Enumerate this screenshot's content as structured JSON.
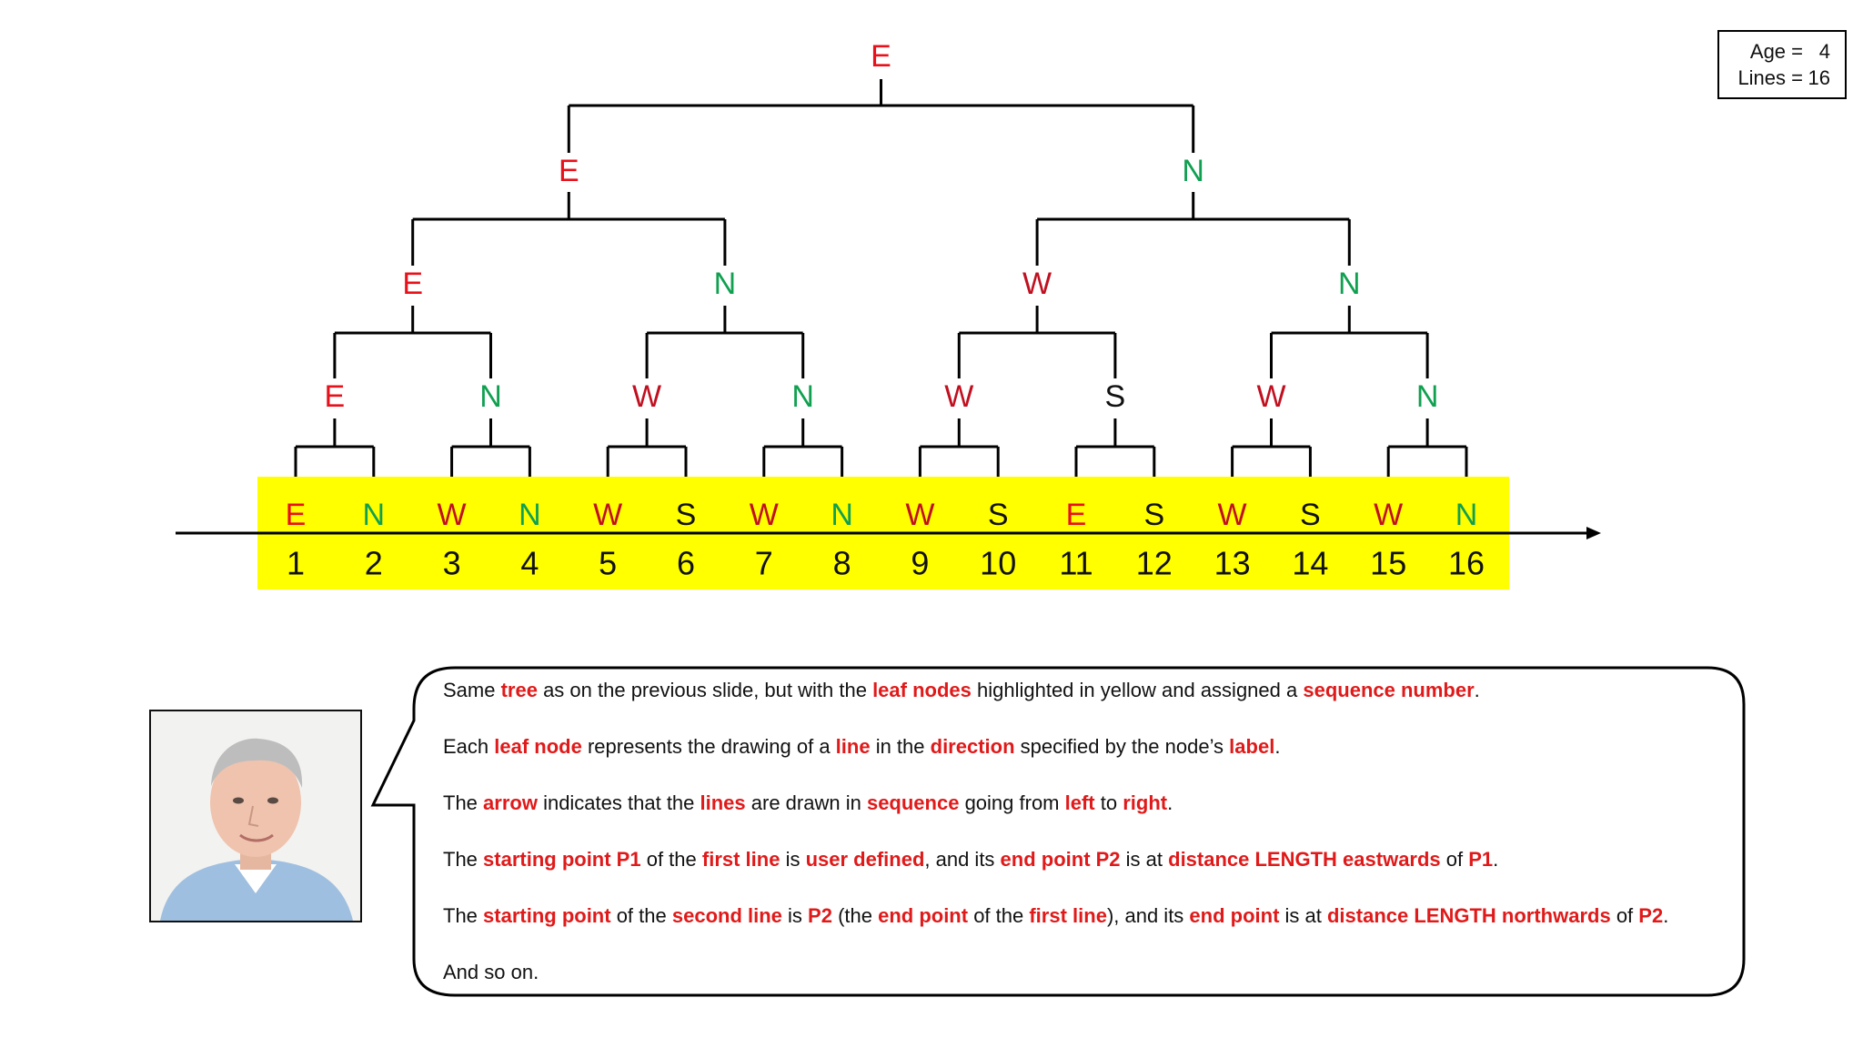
{
  "colors": {
    "E": "#e8101a",
    "N": "#10a050",
    "W": "#c01020",
    "S": "#111111",
    "highlight": "#ffff00",
    "keyword": "#e01a1a"
  },
  "tree": {
    "levels": [
      [
        "E"
      ],
      [
        "E",
        "N"
      ],
      [
        "E",
        "N",
        "W",
        "N"
      ],
      [
        "E",
        "N",
        "W",
        "N",
        "W",
        "S",
        "W",
        "N"
      ],
      [
        "E",
        "N",
        "W",
        "N",
        "W",
        "S",
        "W",
        "N",
        "W",
        "S",
        "E",
        "S",
        "W",
        "S",
        "W",
        "N"
      ]
    ],
    "sequence_numbers": [
      "1",
      "2",
      "3",
      "4",
      "5",
      "6",
      "7",
      "8",
      "9",
      "10",
      "11",
      "12",
      "13",
      "14",
      "15",
      "16"
    ]
  },
  "info": {
    "age_label": "Age =",
    "age_value": "4",
    "lines_label": "Lines =",
    "lines_value": "16"
  },
  "avatar": {
    "icon": "person-photo"
  },
  "paragraphs": [
    [
      {
        "t": "Same "
      },
      {
        "t": "tree",
        "hl": true
      },
      {
        "t": " as on the previous slide, but with the "
      },
      {
        "t": "leaf nodes",
        "hl": true
      },
      {
        "t": " highlighted in yellow and assigned a "
      },
      {
        "t": "sequence number",
        "hl": true
      },
      {
        "t": "."
      }
    ],
    [
      {
        "t": "Each "
      },
      {
        "t": "leaf node",
        "hl": true
      },
      {
        "t": " represents the drawing of a "
      },
      {
        "t": "line",
        "hl": true
      },
      {
        "t": " in the "
      },
      {
        "t": "direction",
        "hl": true
      },
      {
        "t": " specified by the node’s "
      },
      {
        "t": "label",
        "hl": true
      },
      {
        "t": "."
      }
    ],
    [
      {
        "t": "The "
      },
      {
        "t": "arrow",
        "hl": true
      },
      {
        "t": " indicates that the "
      },
      {
        "t": "lines",
        "hl": true
      },
      {
        "t": " are drawn in "
      },
      {
        "t": "sequence",
        "hl": true
      },
      {
        "t": " going from "
      },
      {
        "t": "left",
        "hl": true
      },
      {
        "t": " to "
      },
      {
        "t": "right",
        "hl": true
      },
      {
        "t": "."
      }
    ],
    [
      {
        "t": "The "
      },
      {
        "t": "starting point P1",
        "hl": true
      },
      {
        "t": " of the "
      },
      {
        "t": "first line",
        "hl": true
      },
      {
        "t": " is "
      },
      {
        "t": "user defined",
        "hl": true
      },
      {
        "t": ", and its "
      },
      {
        "t": "end point P2",
        "hl": true
      },
      {
        "t": " is at "
      },
      {
        "t": "distance LENGTH eastwards",
        "hl": true
      },
      {
        "t": " of "
      },
      {
        "t": "P1",
        "hl": true
      },
      {
        "t": "."
      }
    ],
    [
      {
        "t": "The "
      },
      {
        "t": "starting point",
        "hl": true
      },
      {
        "t": " of the "
      },
      {
        "t": "second line",
        "hl": true
      },
      {
        "t": " is "
      },
      {
        "t": "P2",
        "hl": true
      },
      {
        "t": " (the "
      },
      {
        "t": "end point",
        "hl": true
      },
      {
        "t": " of the "
      },
      {
        "t": "first line",
        "hl": true
      },
      {
        "t": "), and its "
      },
      {
        "t": "end point",
        "hl": true
      },
      {
        "t": " is at "
      },
      {
        "t": "distance LENGTH northwards",
        "hl": true
      },
      {
        "t": " of "
      },
      {
        "t": "P2",
        "hl": true
      },
      {
        "t": "."
      }
    ],
    [
      {
        "t": "And so on."
      }
    ]
  ]
}
